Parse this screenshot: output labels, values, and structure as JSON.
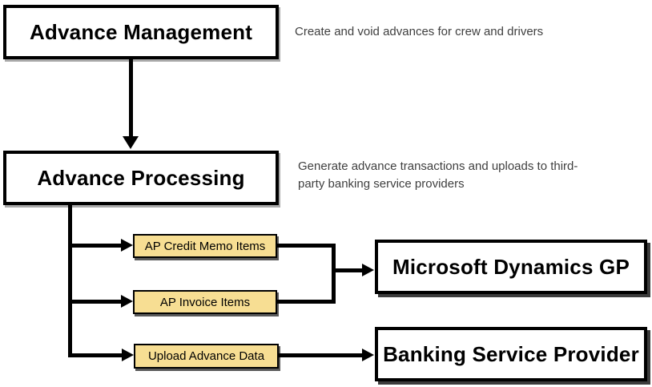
{
  "diagram": {
    "nodes": {
      "advance_management": {
        "label": "Advance Management",
        "description": "Create and void advances for crew and drivers"
      },
      "advance_processing": {
        "label": "Advance Processing",
        "description": "Generate advance transactions and uploads to third-party banking service providers"
      },
      "ap_credit_memo": {
        "label": "AP Credit Memo Items"
      },
      "ap_invoice": {
        "label": "AP Invoice Items"
      },
      "upload_advance": {
        "label": "Upload Advance Data"
      },
      "ms_dynamics": {
        "label": "Microsoft Dynamics GP"
      },
      "banking_provider": {
        "label": "Banking Service Provider"
      }
    },
    "colors": {
      "process_fill": "#ffffff",
      "subprocess_fill": "#f7de93",
      "border": "#000000",
      "connector": "#000000",
      "description_text": "#3f3f3f"
    }
  }
}
